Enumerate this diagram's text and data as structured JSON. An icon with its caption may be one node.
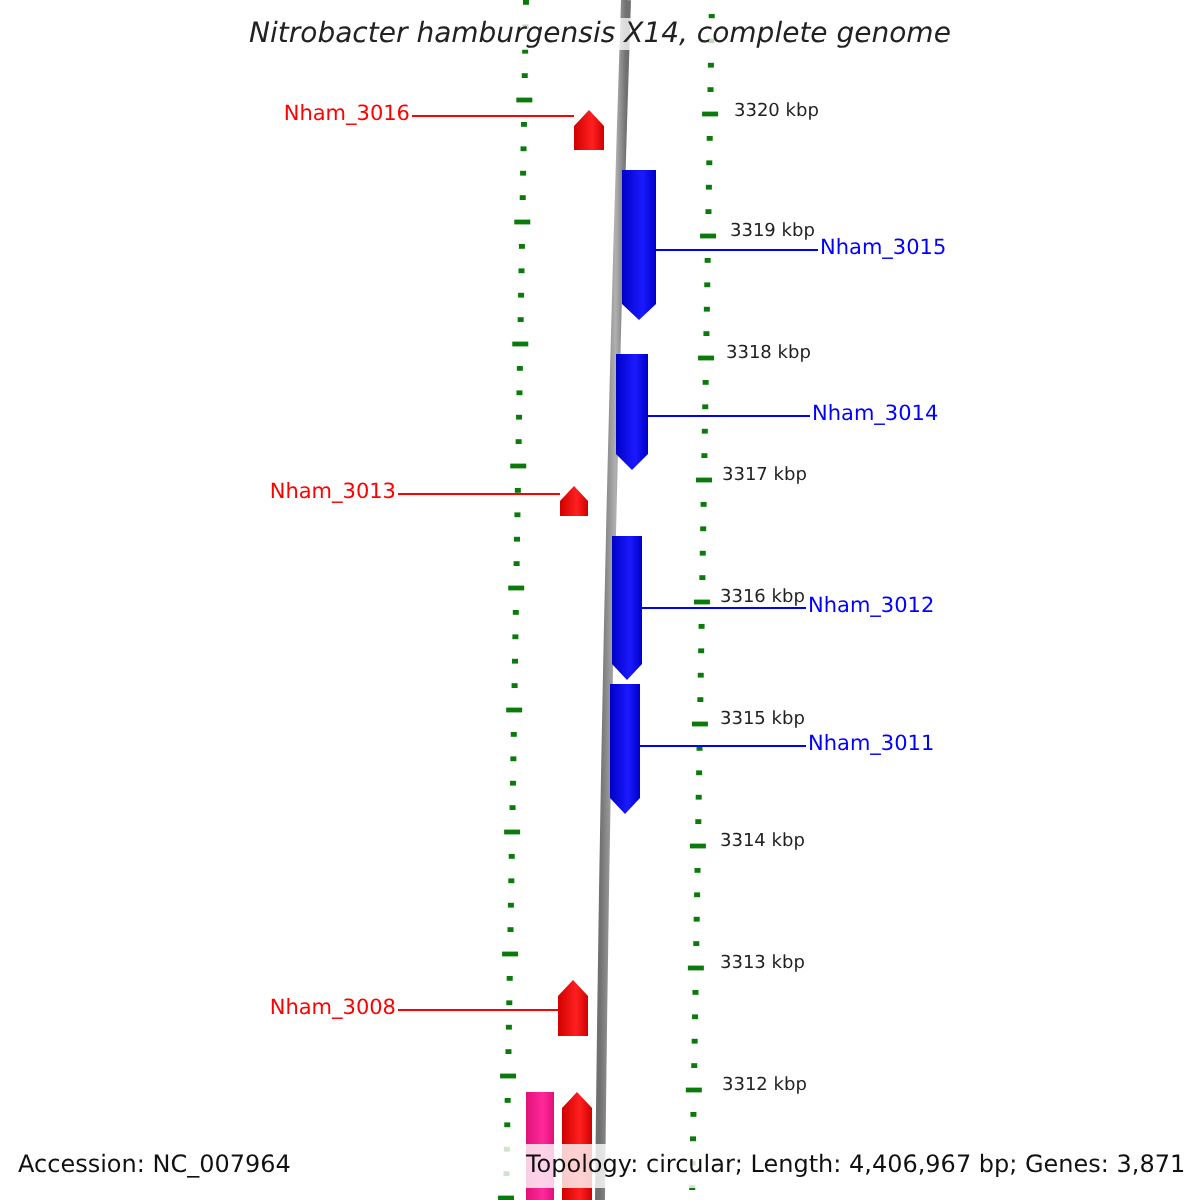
{
  "diagram": {
    "title": "Nitrobacter hamburgensis X14, complete genome",
    "nodes": [
      {
        "text": [
          "Nham_3016"
        ]
      },
      {
        "text": [],
        "shape": "arrow"
      },
      {
        "text": [],
        "shape": "arrow"
      },
      {
        "text": [
          "Nham_3015"
        ]
      },
      {
        "text": [],
        "shape": "arrow"
      },
      {
        "text": [
          "Nham_3014"
        ]
      },
      {
        "text": [
          "Nham_3013"
        ]
      },
      {
        "text": [],
        "shape": "arrow"
      },
      {
        "text": [],
        "shape": "arrow"
      },
      {
        "text": [
          "Nham_3012"
        ]
      },
      {
        "text": [],
        "shape": "arrow"
      },
      {
        "text": [
          "Nham_3011"
        ]
      },
      {
        "text": [
          "Nham_3008"
        ]
      },
      {
        "text": [],
        "shape": "arrow"
      },
      {
        "text": [],
        "shape": "bar"
      },
      {
        "text": [],
        "shape": "arrow"
      }
    ],
    "edges": [
      {
        "from": 0,
        "to": 1,
        "arrow": "none",
        "color": "#ff0000"
      },
      {
        "from": 3,
        "to": 2,
        "arrow": "none"
      },
      {
        "from": 5,
        "to": 4,
        "arrow": "none"
      },
      {
        "from": 6,
        "to": 7,
        "arrow": "none",
        "color": "#ff0000"
      },
      {
        "from": 9,
        "to": 8,
        "arrow": "none"
      },
      {
        "from": 11,
        "to": 10,
        "arrow": "none"
      },
      {
        "from": 12,
        "to": 13,
        "arrow": "none",
        "color": "#ff0000"
      }
    ],
    "labels": [
      "3320 kbp",
      "3319 kbp",
      "3318 kbp",
      "3317 kbp",
      "3316 kbp",
      "3315 kbp",
      "3314 kbp",
      "3313 kbp",
      "3312 kbp",
      "Accession: NC_007964",
      "Topology: circular; Length: 4,406,967 bp; Genes: 3,871"
    ]
  }
}
